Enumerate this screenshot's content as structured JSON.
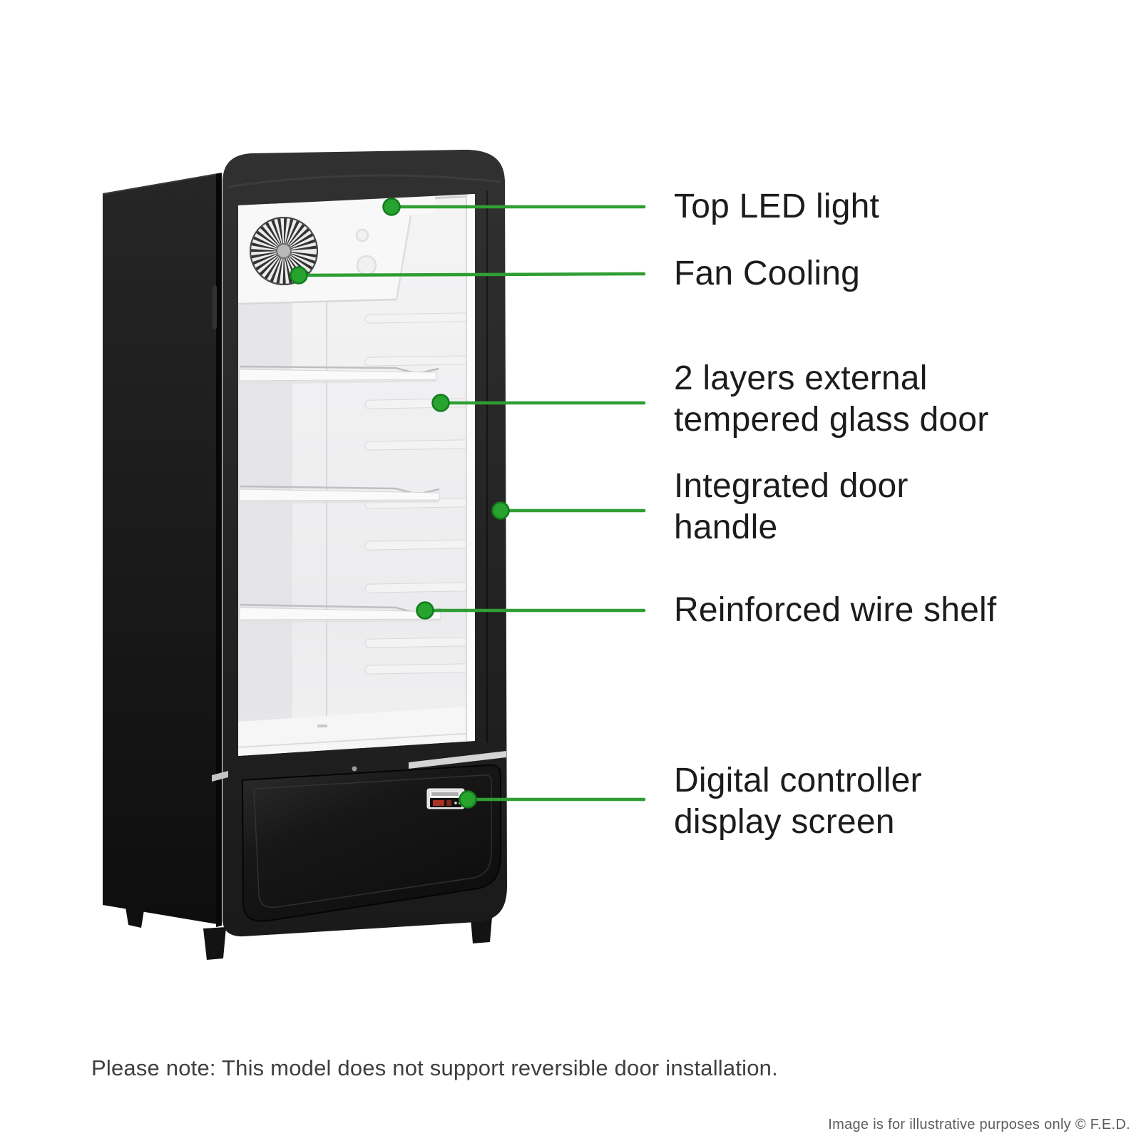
{
  "page": {
    "background": "#ffffff"
  },
  "accent_color": "#2f9e33",
  "callouts": [
    {
      "id": "top-led-light",
      "lines": [
        "Top LED light"
      ]
    },
    {
      "id": "fan-cooling",
      "lines": [
        "Fan Cooling"
      ]
    },
    {
      "id": "tempered-glass-door",
      "lines": [
        "2 layers external",
        "tempered glass door"
      ]
    },
    {
      "id": "integrated-door-handle",
      "lines": [
        "Integrated door",
        "handle"
      ]
    },
    {
      "id": "reinforced-wire-shelf",
      "lines": [
        "Reinforced wire shelf"
      ]
    },
    {
      "id": "digital-controller-display",
      "lines": [
        "Digital controller",
        "display screen"
      ]
    }
  ],
  "note": "Please note: This model does not support reversible door installation.",
  "credit": "Image is for illustrative purposes only © F.E.D."
}
